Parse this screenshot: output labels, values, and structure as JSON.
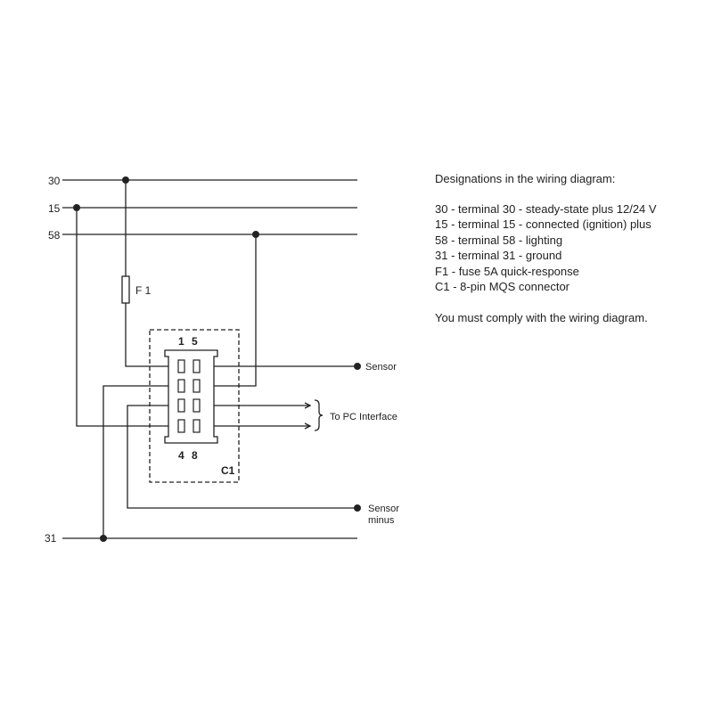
{
  "diagram": {
    "bus_labels": {
      "t30": "30",
      "t15": "15",
      "t58": "58",
      "t31": "31"
    },
    "fuse_label": "F 1",
    "connector_label": "C1",
    "pin_labels": {
      "top_left": "1",
      "top_right": "5",
      "bottom_left": "4",
      "bottom_right": "8"
    },
    "sensor_label": "Sensor",
    "pc_interface_label": "To PC Interface",
    "sensor_minus_label": {
      "line1": "Sensor",
      "line2": "minus"
    }
  },
  "legend": {
    "heading": "Designations in the wiring diagram:",
    "items": [
      "30 - terminal 30 - steady-state plus 12/24 V",
      "15 - terminal 15 - connected (ignition) plus",
      "58 - terminal 58 - lighting",
      "31 - terminal 31 - ground",
      "F1 - fuse 5A quick-response",
      "C1 - 8-pin MQS connector"
    ],
    "note": "You must comply with the wiring diagram."
  }
}
